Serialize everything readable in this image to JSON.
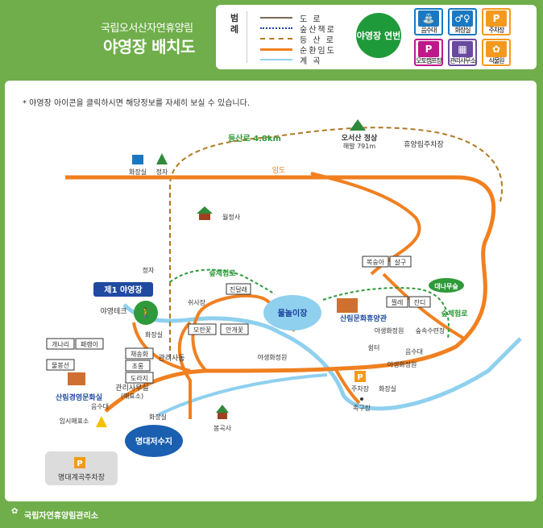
{
  "header": {
    "subtitle": "국립오서산자연휴양림",
    "title": "야영장 배치도"
  },
  "legend": {
    "title": "범례",
    "lines": [
      {
        "label": "도 로",
        "color": "#7a6a58",
        "style": "solid"
      },
      {
        "label": "숲산책로",
        "color": "#1a3fa0",
        "style": "dotted"
      },
      {
        "label": "등 산 로",
        "color": "#b07a20",
        "style": "dashed"
      },
      {
        "label": "순환임도",
        "color": "#f08020",
        "style": "solid"
      },
      {
        "label": "계 곡",
        "color": "#8fd0ee",
        "style": "solid"
      }
    ],
    "site_number": "야영장 연번",
    "facility_icons": [
      {
        "label": "음수대",
        "color": "#1a78c2",
        "icon": "water-fountain-icon"
      },
      {
        "label": "화장실",
        "color": "#1a78c2",
        "icon": "restroom-icon"
      },
      {
        "label": "주차장",
        "color": "#f39a1e",
        "icon": "parking-icon"
      },
      {
        "label": "오토캠프장",
        "color": "#c0178a",
        "icon": "autocamp-icon"
      },
      {
        "label": "관리사무소",
        "color": "#6a4aa0",
        "icon": "office-icon"
      },
      {
        "label": "식물원",
        "color": "#f39a1e",
        "icon": "botanical-garden-icon"
      }
    ]
  },
  "notice": "* 야영장 아이콘을 클릭하시면 해당정보를 자세히 보실 수 있습니다.",
  "map": {
    "trail_label": "등산로 4.8km",
    "forest_road": "임도",
    "summit_name": "오서산 정상",
    "summit_elevation": "해발 791m",
    "rest_parking": "휴양림주차장",
    "camp1": "제1 야영장",
    "camp_deck": "야영테크",
    "forest_path1": "숲체험로",
    "forest_path2": "숲체험로",
    "water_play": "물놀이장",
    "reservoir": "명대저수지",
    "parking_area": "명대계곡주차장",
    "culture_hall": "산림문화휴양관",
    "mgmt_culture_hall": "산림경영문화실",
    "daenamu_forest": "대나무숲",
    "woljeongsa": "월정사",
    "bonggoksa": "봉곡사",
    "places": {
      "restroom_top": "화장실",
      "pavilion_top": "정자",
      "pavilion": "정자",
      "restroom": "화장실",
      "rest_area": "쉬사장",
      "jindallae": "진달래",
      "morankkot": "모란꽃",
      "angaekkot": "안개꽃",
      "wild_garden1": "야생화정원",
      "wild_garden2": "야생화정원",
      "wild_garden3": "야생화정원",
      "gaenari": "개나리",
      "baeraengi": "패랭이",
      "mulbongseon": "물봉선",
      "chaesonghwa": "채송화",
      "chorong": "초롱",
      "doraji": "도라지",
      "mgmt_office": "관리사동",
      "ticket_office": "관리사무실",
      "ticket_sub": "(매표소)",
      "water1": "음수대",
      "temp_ticket": "임시매표소",
      "restroom2": "화장실",
      "bokseonga": "복숭아",
      "salgu": "살구",
      "jjillae": "찔레",
      "jandi": "잔디",
      "forest_house": "숲속수련장",
      "rest_spot": "쉼터",
      "water2": "음수대",
      "parking2": "주차장",
      "restroom3": "화장실",
      "jokgujang": "족구장"
    }
  },
  "footer": "국립자연휴양림관리소",
  "colors": {
    "green": "#6fae4a",
    "orange": "#f08020",
    "road": "#7a6a58",
    "stream": "#8fd0ee",
    "blue_site": "#1f4aa0"
  }
}
